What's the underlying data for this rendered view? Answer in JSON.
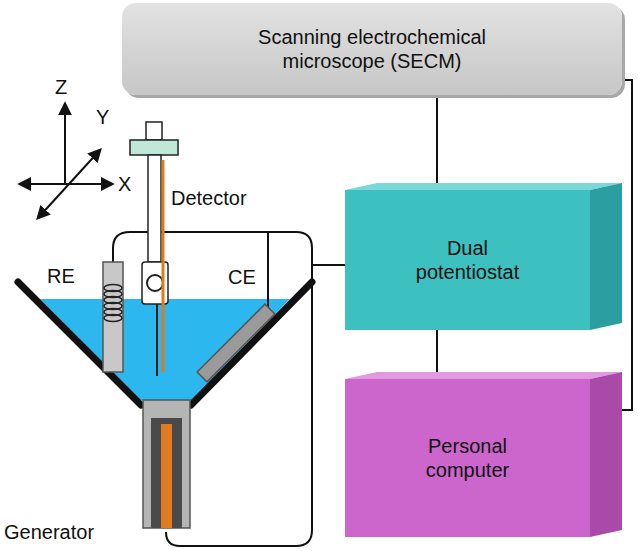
{
  "diagram": {
    "nodes": [
      {
        "text": [
          "Scanning electrochemical microscope (SECM)"
        ]
      },
      {
        "text": [
          "Dual potentiostat"
        ]
      },
      {
        "text": [
          "Personal computer"
        ]
      }
    ],
    "edges": [
      {
        "from": 0,
        "to": 1,
        "arrow": "none"
      },
      {
        "from": 1,
        "to": 2,
        "arrow": "none"
      },
      {
        "from": 0,
        "to": 2,
        "arrow": "none"
      }
    ],
    "labels": [
      "Z",
      "Y",
      "X",
      "Detector",
      "RE",
      "CE",
      "Generator"
    ]
  }
}
